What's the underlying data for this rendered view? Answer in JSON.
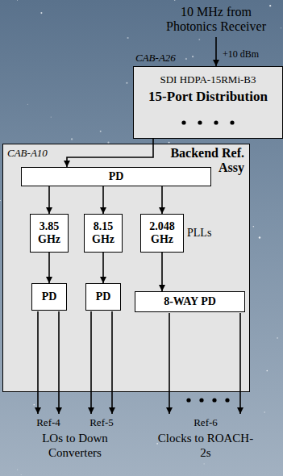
{
  "diagram": {
    "nodes": [
      {
        "text": [
          "CAB-A26",
          "SDI HDPA-15RMi-B3",
          "15-Port Distribution"
        ]
      },
      {
        "text": [
          "CAB-A10",
          "Backend Ref. Assy"
        ]
      },
      {
        "text": [
          "PD"
        ],
        "in": 1
      },
      {
        "text": [
          "3.85 GHz"
        ],
        "in": 1
      },
      {
        "text": [
          "8.15 GHz"
        ],
        "in": 1
      },
      {
        "text": [
          "2.048 GHz"
        ],
        "in": 1
      },
      {
        "text": [
          "PD"
        ],
        "in": 1
      },
      {
        "text": [
          "PD"
        ],
        "in": 1
      },
      {
        "text": [
          "8-WAY PD"
        ],
        "in": 1
      }
    ],
    "edges": [
      {
        "from": 0,
        "to": 2,
        "arrow": "to"
      },
      {
        "from": 2,
        "to": 3,
        "arrow": "to"
      },
      {
        "from": 2,
        "to": 4,
        "arrow": "to"
      },
      {
        "from": 2,
        "to": 5,
        "arrow": "to"
      },
      {
        "from": 3,
        "to": 6,
        "arrow": "to"
      },
      {
        "from": 4,
        "to": 7,
        "arrow": "to"
      },
      {
        "from": 5,
        "to": 8,
        "arrow": "to"
      }
    ],
    "labels": [
      "10 MHz from Photonics Receiver",
      "+10 dBm",
      "PLLs",
      "Ref-4",
      "Ref-5",
      "Ref-6",
      "LOs to Down Converters",
      "Clocks to ROACH-2s"
    ]
  }
}
